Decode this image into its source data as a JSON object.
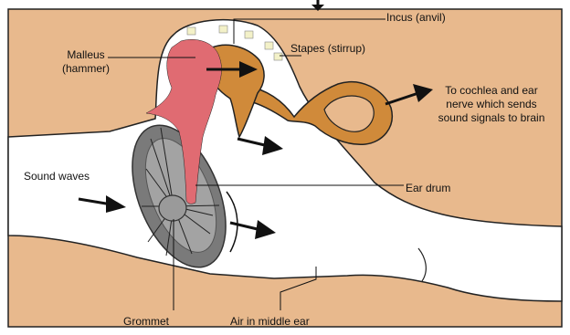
{
  "diagram": {
    "colors": {
      "background": "#e8b98d",
      "air_cavity": "#ffffff",
      "outline": "#222222",
      "malleus": "#e06b72",
      "incus_stapes": "#d08a3a",
      "eardrum": "#7a7a7a",
      "eardrum_light": "#a3a3a3",
      "grommet": "#9a9a9a",
      "arrow": "#111111",
      "ligament": "#f3f1c8"
    },
    "labels": {
      "malleus": "Malleus (hammer)",
      "incus": "Incus (anvil)",
      "stapes": "Stapes (stirrup)",
      "cochlea": "To cochlea and ear nerve which sends sound signals to brain",
      "sound_waves": "Sound waves",
      "ear_drum": "Ear drum",
      "grommet": "Grommet",
      "air": "Air in middle ear"
    }
  }
}
